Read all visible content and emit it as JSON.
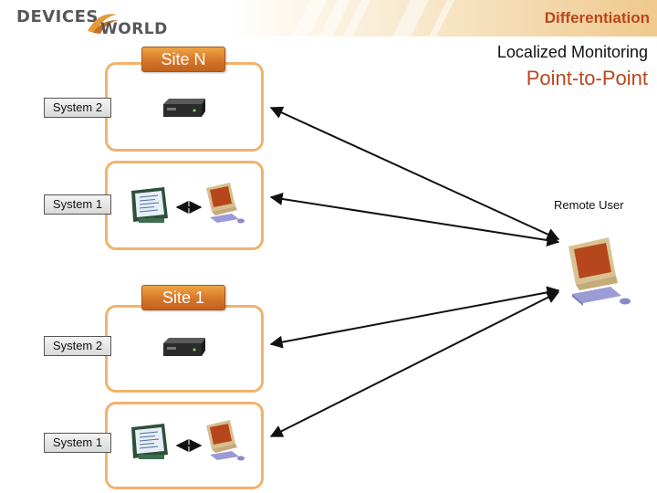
{
  "header": {
    "logo_line1": "DEVICES",
    "logo_line2": "WORLD",
    "title": "Differentiation"
  },
  "heading": {
    "subtitle": "Localized Monitoring",
    "title": "Point-to-Point"
  },
  "sites": [
    {
      "label": "Site N",
      "systems": [
        {
          "label": "System 2",
          "devices": [
            "rack-unit"
          ]
        },
        {
          "label": "System 1",
          "devices": [
            "touch-panel",
            "computer"
          ]
        }
      ]
    },
    {
      "label": "Site 1",
      "systems": [
        {
          "label": "System 2",
          "devices": [
            "rack-unit"
          ]
        },
        {
          "label": "System 1",
          "devices": [
            "touch-panel",
            "computer"
          ]
        }
      ]
    }
  ],
  "remote": {
    "label": "Remote User",
    "icon": "computer-icon"
  },
  "colors": {
    "accent": "#b8471c",
    "site_border": "#f0b36c",
    "site_label": "#d6762a"
  }
}
